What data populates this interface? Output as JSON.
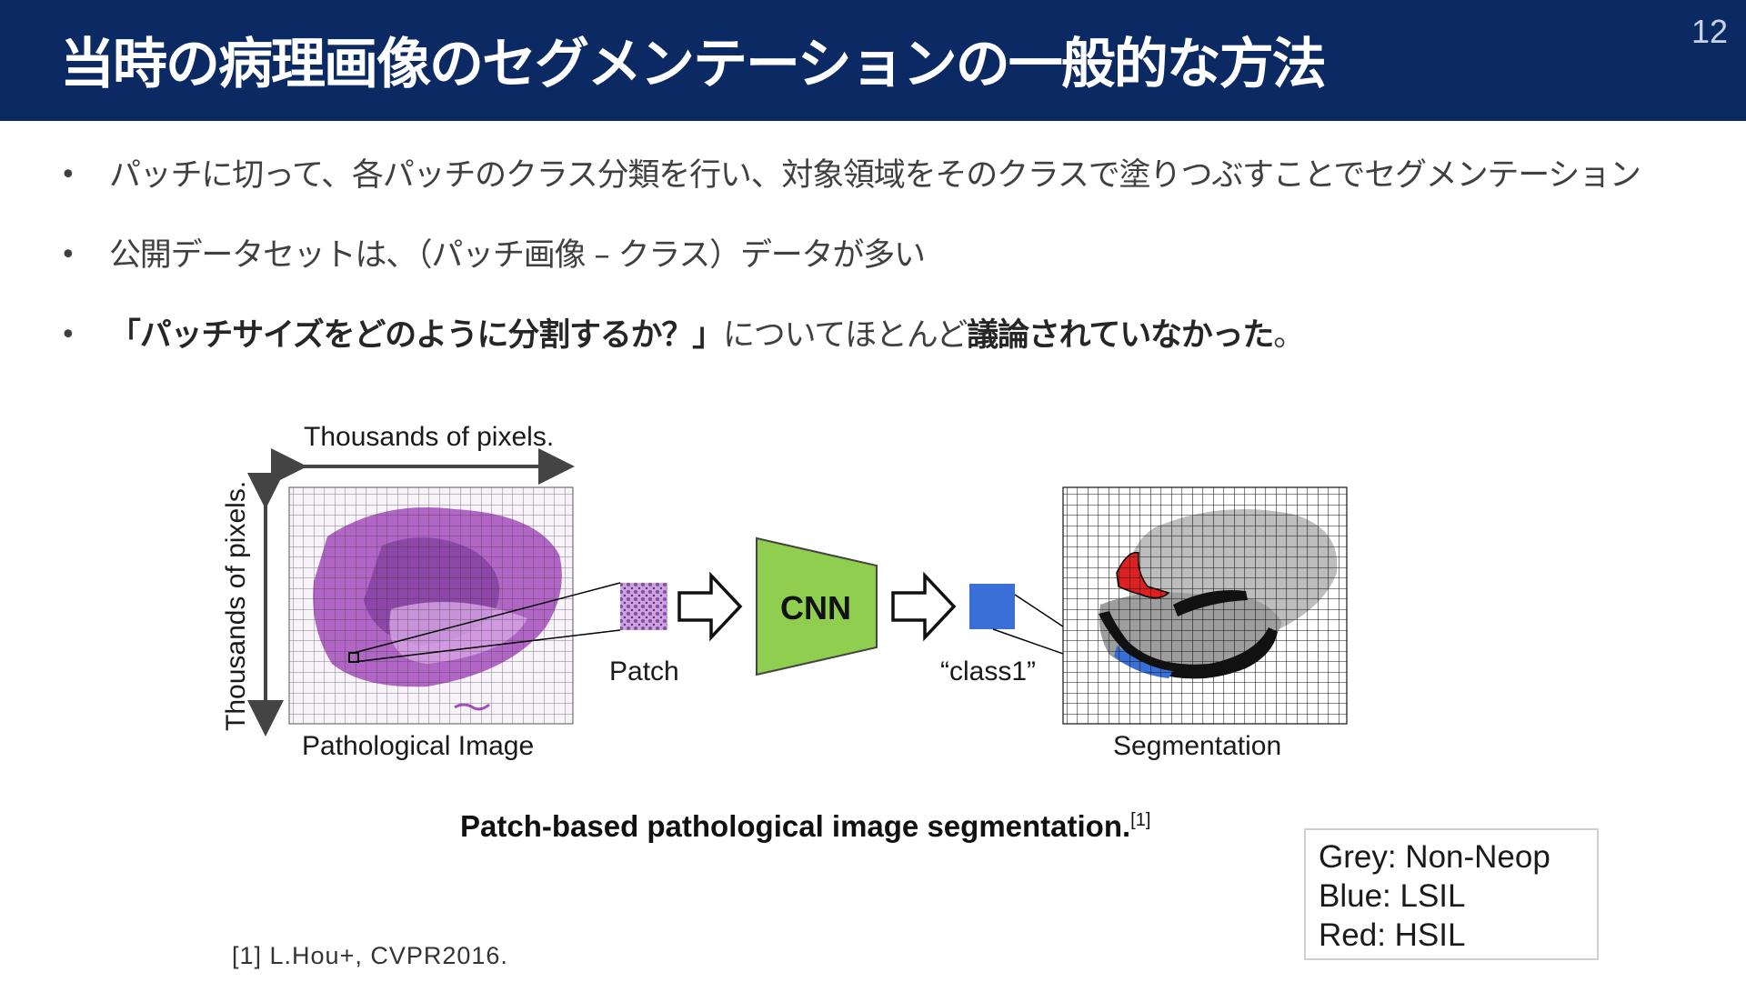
{
  "header": {
    "title": "当時の病理画像のセグメンテーションの一般的な方法",
    "page_number": "12"
  },
  "bullets": [
    {
      "text": "パッチに切って、各パッチのクラス分類を行い、対象領域をそのクラスで塗りつぶすことでセグメンテーション"
    },
    {
      "text": "公開データセットは、（パッチ画像 – クラス）データが多い"
    },
    {
      "bold1": "「パッチサイズをどのように分割するか？」",
      "normal": "についてほとんど",
      "bold2": "議論されていなかった",
      "tail": "。"
    }
  ],
  "diagram": {
    "width_label": "Thousands of pixels.",
    "height_label": "Thousands of pixels.",
    "image_label": "Pathological Image",
    "patch_label": "Patch",
    "cnn_label": "CNN",
    "class_label": "“class1”",
    "seg_label": "Segmentation",
    "colors": {
      "cnn": "#8fce4f",
      "class_box": "#3a6fd8",
      "grey": "#bdbdbd",
      "blue": "#3a6fd8",
      "red": "#e02020",
      "tissue": "#a050b8"
    }
  },
  "caption": {
    "text": "Patch-based pathological image segmentation.",
    "sup": "[1]"
  },
  "legend": [
    "Grey: Non-Neop",
    "Blue: LSIL",
    "Red: HSIL"
  ],
  "reference": "[1] L.Hou+, CVPR2016."
}
